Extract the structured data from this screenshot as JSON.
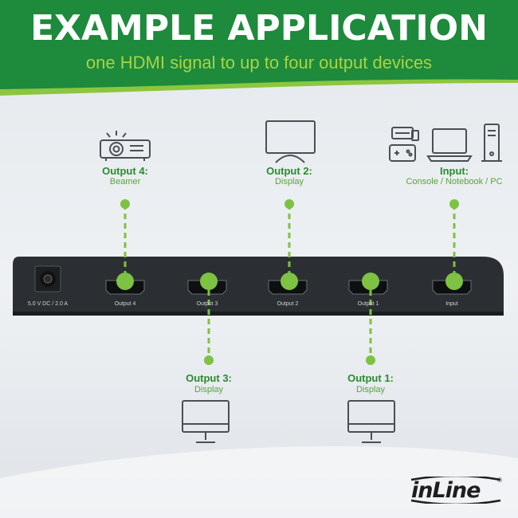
{
  "header": {
    "title": "EXAMPLE APPLICATION",
    "subtitle": "one HDMI signal to up to four output devices"
  },
  "device": {
    "power_label": "5.0 V DC / 2.0 A",
    "ports": [
      "Output 4",
      "Output 3",
      "Output 2",
      "Output 1",
      "Input"
    ]
  },
  "top_labels": [
    {
      "title": "Output 4:",
      "sub": "Beamer",
      "icon": "projector-icon"
    },
    {
      "title": "Output 2:",
      "sub": "Display",
      "icon": "monitor-icon"
    },
    {
      "title": "Input:",
      "sub": "Console / Notebook / PC",
      "icon": "console-laptop-pc-icons"
    }
  ],
  "bottom_labels": [
    {
      "title": "Output 3:",
      "sub": "Display",
      "icon": "monitor-icon"
    },
    {
      "title": "Output 1:",
      "sub": "Display",
      "icon": "monitor-icon"
    }
  ],
  "logo": {
    "text": "inLine",
    "mark": "®"
  },
  "colors": {
    "header_green": "#1d8a3c",
    "accent_lime": "#a8d444",
    "label_green": "#2b8a2f",
    "connector_green": "#7dc242",
    "device_body": "#2b2f33"
  }
}
